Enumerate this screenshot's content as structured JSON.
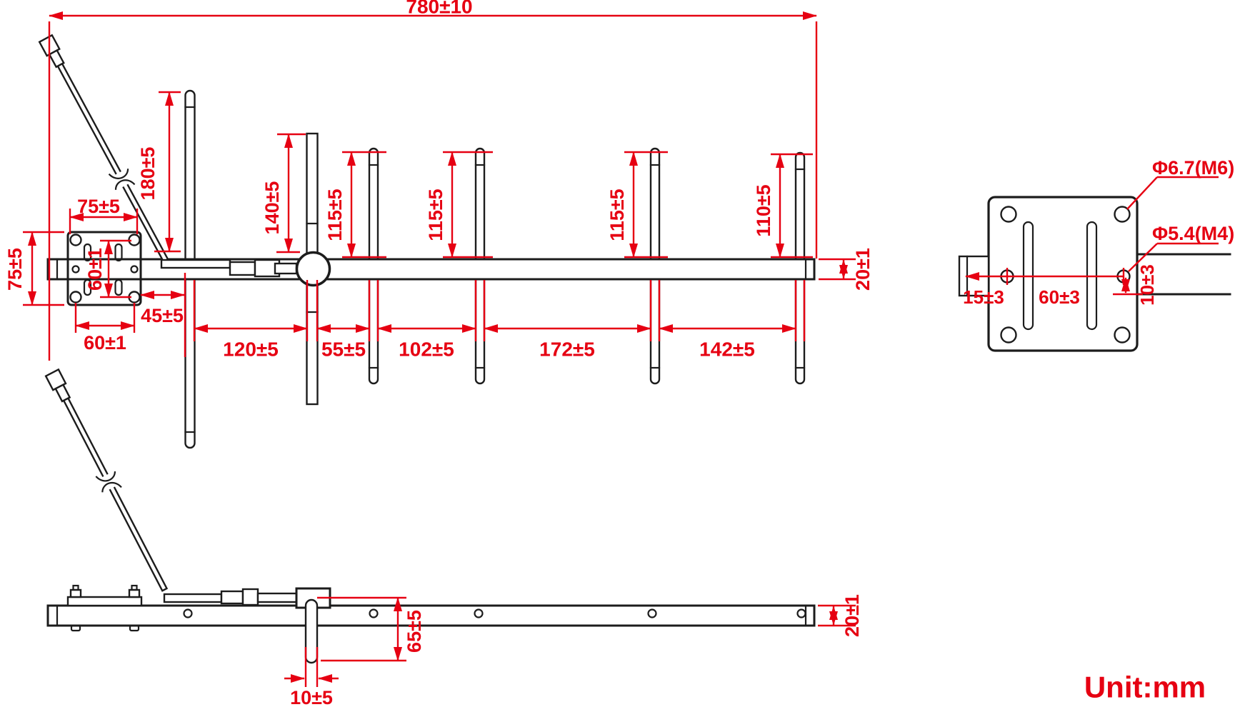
{
  "drawing": {
    "unit_note": "Unit:mm",
    "colors": {
      "dimension_red": "#e60012",
      "line_black": "#1c1c1c",
      "background": "#ffffff"
    },
    "top_view": {
      "overall_length": "780±10",
      "boom_height": "20±1",
      "element_heights": {
        "reflector": "180±5",
        "driven": "140±5",
        "director1": "115±5",
        "director2": "115±5",
        "director3": "115±5",
        "director4": "110±5"
      },
      "element_spacings": {
        "s1": "120±5",
        "s2": "55±5",
        "s3": "102±5",
        "s4": "172±5",
        "s5": "142±5"
      },
      "bracket": {
        "width": "75±5",
        "height": "75±5",
        "hole_spacing_vertical": "60±1",
        "hole_spacing_horizontal": "60±1",
        "gap_to_reflector": "45±5"
      }
    },
    "side_view": {
      "stub_length": "65±5",
      "stub_width": "10±5",
      "boom_height": "20±1"
    },
    "mount_plate_detail": {
      "corner_hole": "Φ6.7(M6)",
      "clamp_hole": "Φ5.4(M4)",
      "edge_to_hole": "15±3",
      "hole_spacing": "60±3",
      "hole_to_edge": "10±3"
    }
  }
}
